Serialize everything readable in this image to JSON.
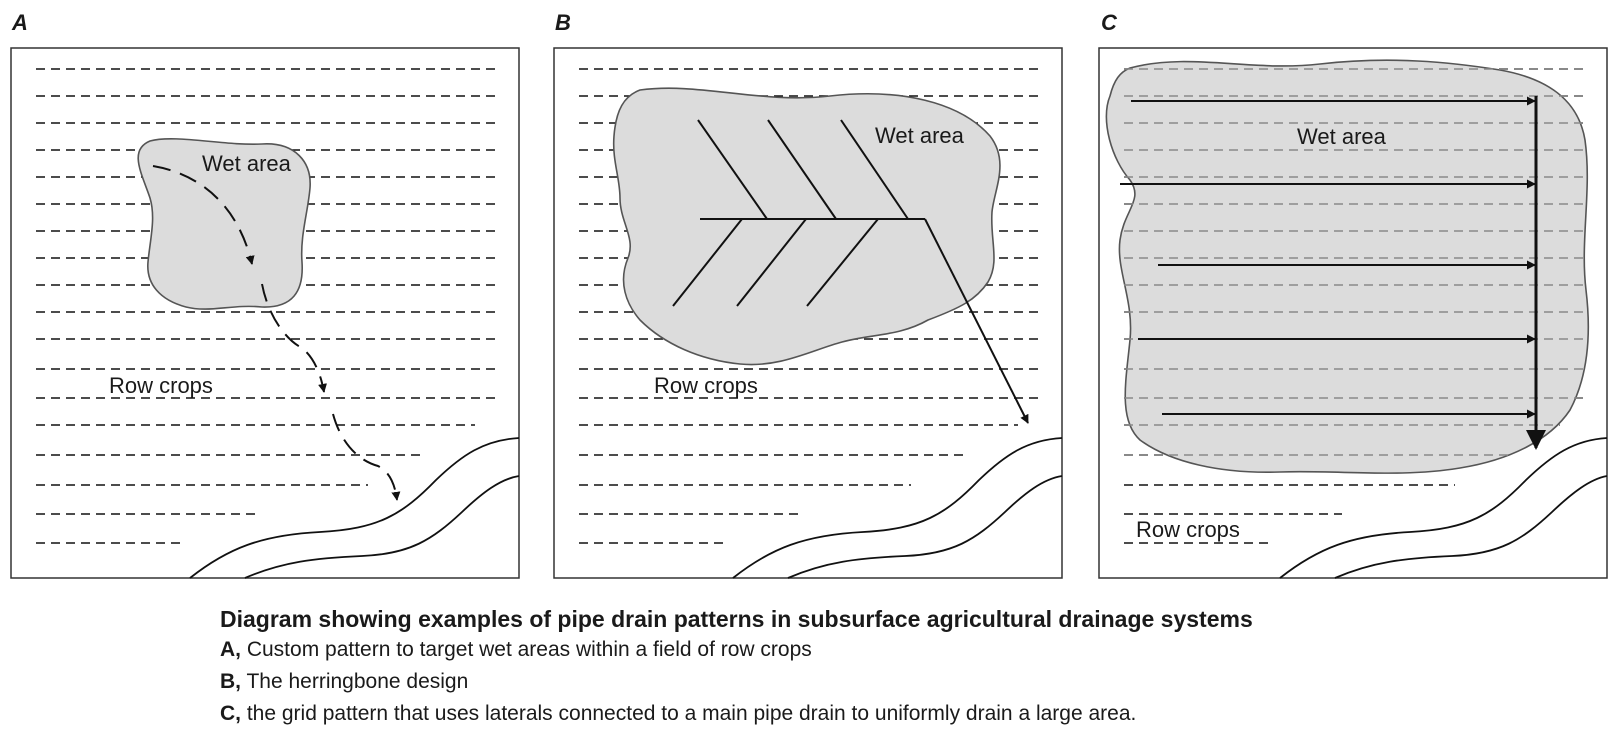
{
  "panels": {
    "a": {
      "letter": "A",
      "wet_label": "Wet area",
      "crops_label": "Row crops"
    },
    "b": {
      "letter": "B",
      "wet_label": "Wet area",
      "crops_label": "Row crops"
    },
    "c": {
      "letter": "C",
      "wet_label": "Wet area",
      "crops_label": "Row crops"
    }
  },
  "caption": {
    "title": "Diagram showing examples of pipe drain patterns in subsurface agricultural drainage systems",
    "items": [
      {
        "tag": "A,",
        "text": " Custom pattern to target wet areas within a field of row crops"
      },
      {
        "tag": "B,",
        "text": " The herringbone design"
      },
      {
        "tag": "C,",
        "text": " the grid pattern that uses laterals connected to a main pipe drain to uniformly drain a large area."
      }
    ]
  },
  "colors": {
    "wet_fill": "#dcdcdc",
    "line": "#111111"
  }
}
